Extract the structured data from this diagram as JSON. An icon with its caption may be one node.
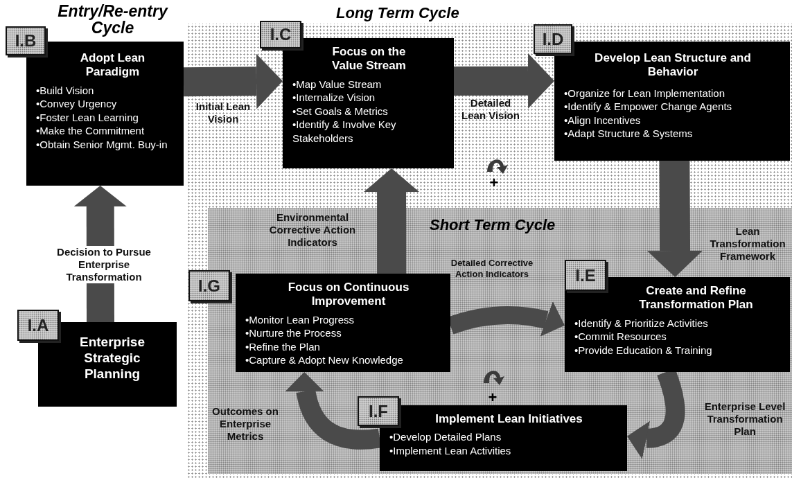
{
  "diagram": {
    "nodes": [
      {
        "text": [
          "Long Term Cycle"
        ]
      },
      {
        "text": [
          "I.B"
        ]
      },
      {
        "text": [
          "Adopt Lean Paradigm",
          "•Build Vision",
          "•Convey Urgency",
          "•Foster Lean Learning",
          "•Make the Commitment",
          "•Obtain Senior Mgmt. Buy-in"
        ]
      },
      {
        "text": [
          "I.C"
        ],
        "in": 0
      },
      {
        "text": [
          "Focus on the Value Stream",
          "•Map Value Stream",
          "•Internalize Vision",
          "•Set Goals & Metrics",
          "•Identify & Involve Key Stakeholders"
        ],
        "in": 0
      },
      {
        "text": [
          "I.D"
        ],
        "in": 0
      },
      {
        "text": [
          "Develop Lean Structure and Behavior",
          "•Organize for Lean Implementation",
          "•Identify & Empower Change Agents",
          "•Align Incentives",
          "•Adapt Structure & Systems"
        ],
        "in": 0
      },
      {
        "text": [
          "Short Term Cycle"
        ],
        "in": 0
      },
      {
        "text": [
          "I.G"
        ],
        "in": 0
      },
      {
        "text": [
          "Focus on Continuous Improvement",
          "•Monitor Lean Progress",
          "•Nurture the Process",
          "•Refine the Plan",
          "•Capture & Adopt New Knowledge"
        ],
        "in": 7
      },
      {
        "text": [
          "I.E"
        ],
        "in": 7
      },
      {
        "text": [
          "Create and Refine Transformation Plan",
          "•Identify & Prioritize Activities",
          "•Commit Resources",
          "•Provide Education & Training"
        ],
        "in": 7
      },
      {
        "text": [
          "I.A"
        ]
      },
      {
        "text": [
          "Enterprise Strategic Planning"
        ]
      },
      {
        "text": [
          "I.F"
        ],
        "in": 7
      },
      {
        "text": [
          "Implement Lean Initiatives",
          "•Develop Detailed Plans",
          "•Implement Lean Activities"
        ],
        "in": 7
      }
    ],
    "edges": [
      {
        "from": 2,
        "to": 4,
        "arrow": "to",
        "label": "Initial Lean Vision"
      },
      {
        "from": 4,
        "to": 6,
        "arrow": "to",
        "label": "Detailed Lean Vision"
      },
      {
        "from": 13,
        "to": 2,
        "arrow": "to",
        "label": "Decision to Pursue Enterprise Transformation"
      },
      {
        "from": 6,
        "to": 11,
        "arrow": "to",
        "label": "Lean Transformation Framework"
      },
      {
        "from": 11,
        "to": 15,
        "arrow": "to",
        "label": "Enterprise Level Transformation Plan"
      },
      {
        "from": 15,
        "to": 9,
        "arrow": "to",
        "label": "Outcomes on Enterprise Metrics"
      },
      {
        "from": 9,
        "to": 4,
        "arrow": "to",
        "label": "Environmental Corrective Action Indicators"
      },
      {
        "from": 9,
        "to": 11,
        "arrow": "to",
        "label": "Detailed Corrective Action Indicators"
      }
    ],
    "labels": [
      "Entry/Re-entry Cycle",
      "+",
      "+"
    ]
  }
}
